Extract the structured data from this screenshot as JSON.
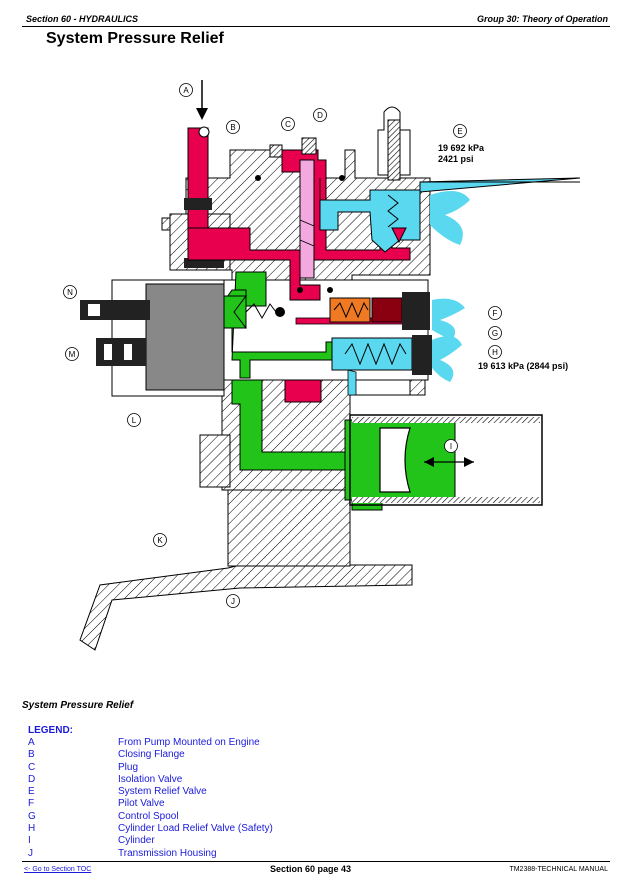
{
  "header": {
    "left": "Section 60 - HYDRAULICS",
    "right": "Group 30: Theory of Operation"
  },
  "title": "System Pressure Relief",
  "diagram": {
    "labels": [
      "A",
      "B",
      "C",
      "D",
      "E",
      "F",
      "G",
      "H",
      "I",
      "J",
      "K",
      "L",
      "M",
      "N"
    ],
    "pressure_e": {
      "line1": "19 692 kPa",
      "line2": "2421 psi"
    },
    "pressure_h": "19 613 kPa (2844 psi)",
    "colors": {
      "red": "#e8004f",
      "green": "#22c41a",
      "cyan": "#5ad8f0",
      "pink": "#f4a8e0",
      "orange": "#f07a24",
      "darkred": "#8a0010",
      "gray": "#888888"
    }
  },
  "caption": "System Pressure Relief",
  "legend": {
    "title": "LEGEND:",
    "items": [
      {
        "key": "A",
        "value": "From Pump Mounted on Engine"
      },
      {
        "key": "B",
        "value": "Closing Flange"
      },
      {
        "key": "C",
        "value": "Plug"
      },
      {
        "key": "D",
        "value": "Isolation Valve"
      },
      {
        "key": "E",
        "value": "System Relief Valve"
      },
      {
        "key": "F",
        "value": "Pilot Valve"
      },
      {
        "key": "G",
        "value": "Control Spool"
      },
      {
        "key": "H",
        "value": "Cylinder Load Relief Valve (Safety)"
      },
      {
        "key": "I",
        "value": "Cylinder"
      },
      {
        "key": "J",
        "value": "Transmission Housing"
      }
    ]
  },
  "footer": {
    "link": "<- Go to Section TOC",
    "center": "Section 60 page 43",
    "right": "TM2388-TECHNICAL MANUAL"
  }
}
